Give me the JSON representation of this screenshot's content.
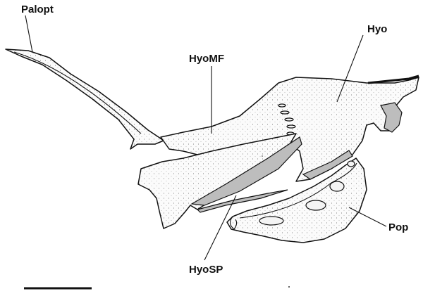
{
  "labels": {
    "palopt": "Palopt",
    "hyomf": "HyoMF",
    "hyo": "Hyo",
    "pop": "Pop",
    "hyosp": "HyoSP"
  }
}
